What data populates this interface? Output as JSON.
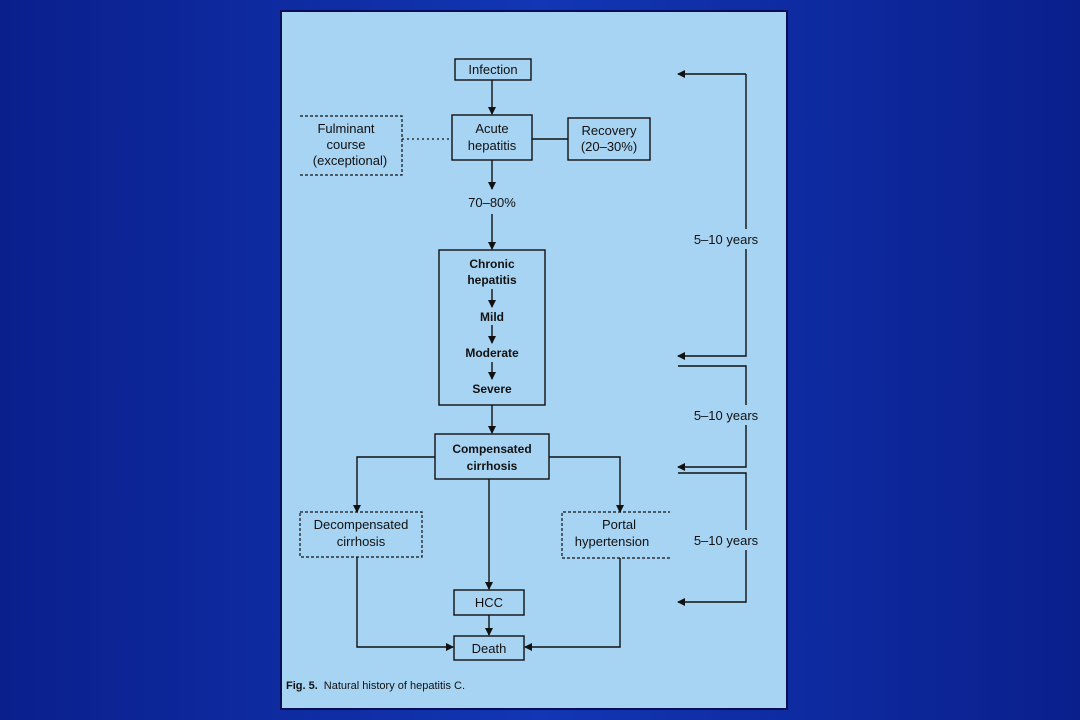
{
  "nodes": {
    "infection": "Infection",
    "acute_1": "Acute",
    "acute_2": "hepatitis",
    "fulminant_1": "Fulminant",
    "fulminant_2": "course",
    "fulminant_3": "(exceptional)",
    "recovery_1": "Recovery",
    "recovery_2": "(20–30%)",
    "percent": "70–80%",
    "chronic_1": "Chronic",
    "chronic_2": "hepatitis",
    "mild": "Mild",
    "moderate": "Moderate",
    "severe": "Severe",
    "compensated_1": "Compensated",
    "compensated_2": "cirrhosis",
    "decompensated_1": "Decompensated",
    "decompensated_2": "cirrhosis",
    "portal_1": "Portal",
    "portal_2": "hypertension",
    "hcc": "HCC",
    "death": "Death"
  },
  "timeline": {
    "span1": "5–10 years",
    "span2": "5–10 years",
    "span3": "5–10 years"
  },
  "caption": {
    "prefix": "Fig. 5.",
    "text": "Natural history of hepatitis C."
  }
}
